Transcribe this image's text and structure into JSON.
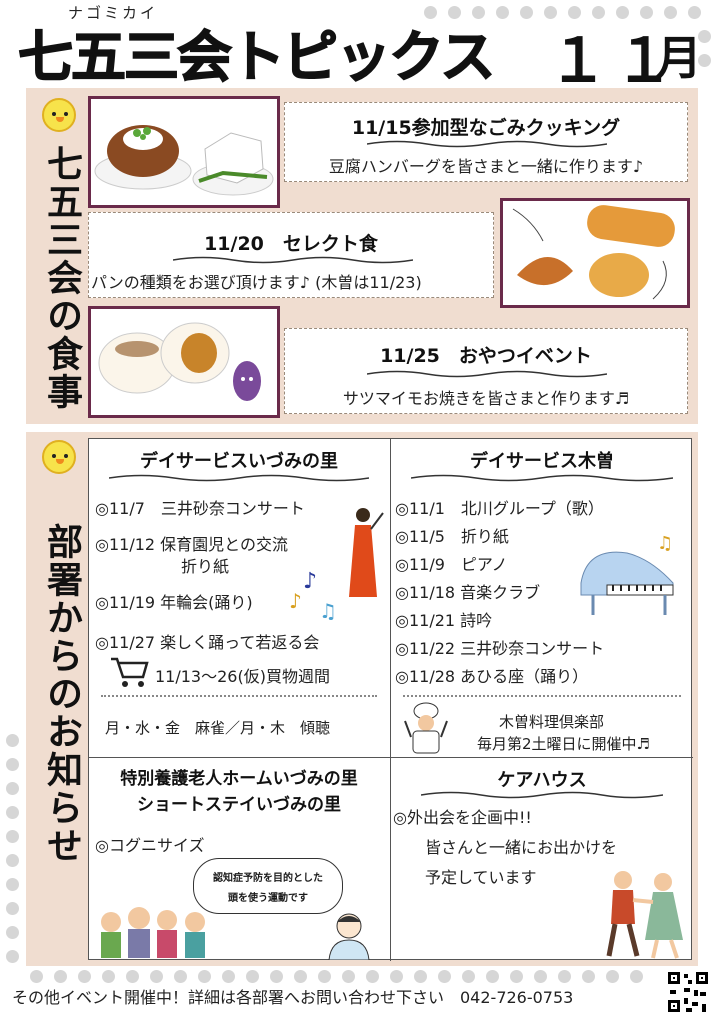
{
  "header": {
    "ruby": "ナゴミカイ",
    "title": "七五三会トピックス",
    "number": "１１",
    "month": "月"
  },
  "food_section": {
    "label": "七五三会の食事",
    "events": [
      {
        "title": "11/15参加型なごみクッキング",
        "description": "豆腐ハンバーグを皆さまと一緒に作ります♪"
      },
      {
        "title": "11/20　セレクト食",
        "description": "パンの種類をお選び頂けます♪ (木曽は11/23)"
      },
      {
        "title": "11/25　おやつイベント",
        "description": "サツマイモお焼きを皆さまと作ります♬"
      }
    ]
  },
  "dept_section": {
    "label": "部署からのお知らせ",
    "izumi": {
      "title": "デイサービスいづみの里",
      "items": [
        "◎11/7　三井砂奈コンサート",
        "◎11/12 保育園児との交流",
        "折り紙",
        "◎11/19 年輪会(踊り)",
        "◎11/27 楽しく踊って若返る会"
      ],
      "shopping": "11/13～26(仮)買物週間",
      "weekly": "月・水・金　麻雀／月・木　傾聴"
    },
    "kiso": {
      "title": "デイサービス木曽",
      "items": [
        "◎11/1　北川グループ（歌）",
        "◎11/5　折り紙",
        "◎11/9　ピアノ",
        "◎11/18 音楽クラブ",
        "◎11/21 詩吟",
        "◎11/22 三井砂奈コンサート",
        "◎11/28 あひる座（踊り）"
      ],
      "club_name": "木曽料理倶楽部",
      "club_schedule": "毎月第2土曜日に開催中♬"
    },
    "tokuyo": {
      "title_line1": "特別養護老人ホームいづみの里",
      "title_line2": "ショートステイいづみの里",
      "item": "◎コグニサイズ",
      "bubble_line1": "認知症予防を目的とした",
      "bubble_line2": "頭を使う運動です"
    },
    "carehouse": {
      "title": "ケアハウス",
      "line1": "◎外出会を企画中!!",
      "line2": "皆さんと一緒にお出かけを",
      "line3": "予定しています"
    }
  },
  "footer": {
    "text": "その他イベント開催中！詳細は各部署へお問い合わせ下さい　042-726-0753"
  },
  "colors": {
    "panel_bg": "#f0ddd0",
    "frame": "#6a2a4a",
    "dots": "#d6d6d6"
  }
}
